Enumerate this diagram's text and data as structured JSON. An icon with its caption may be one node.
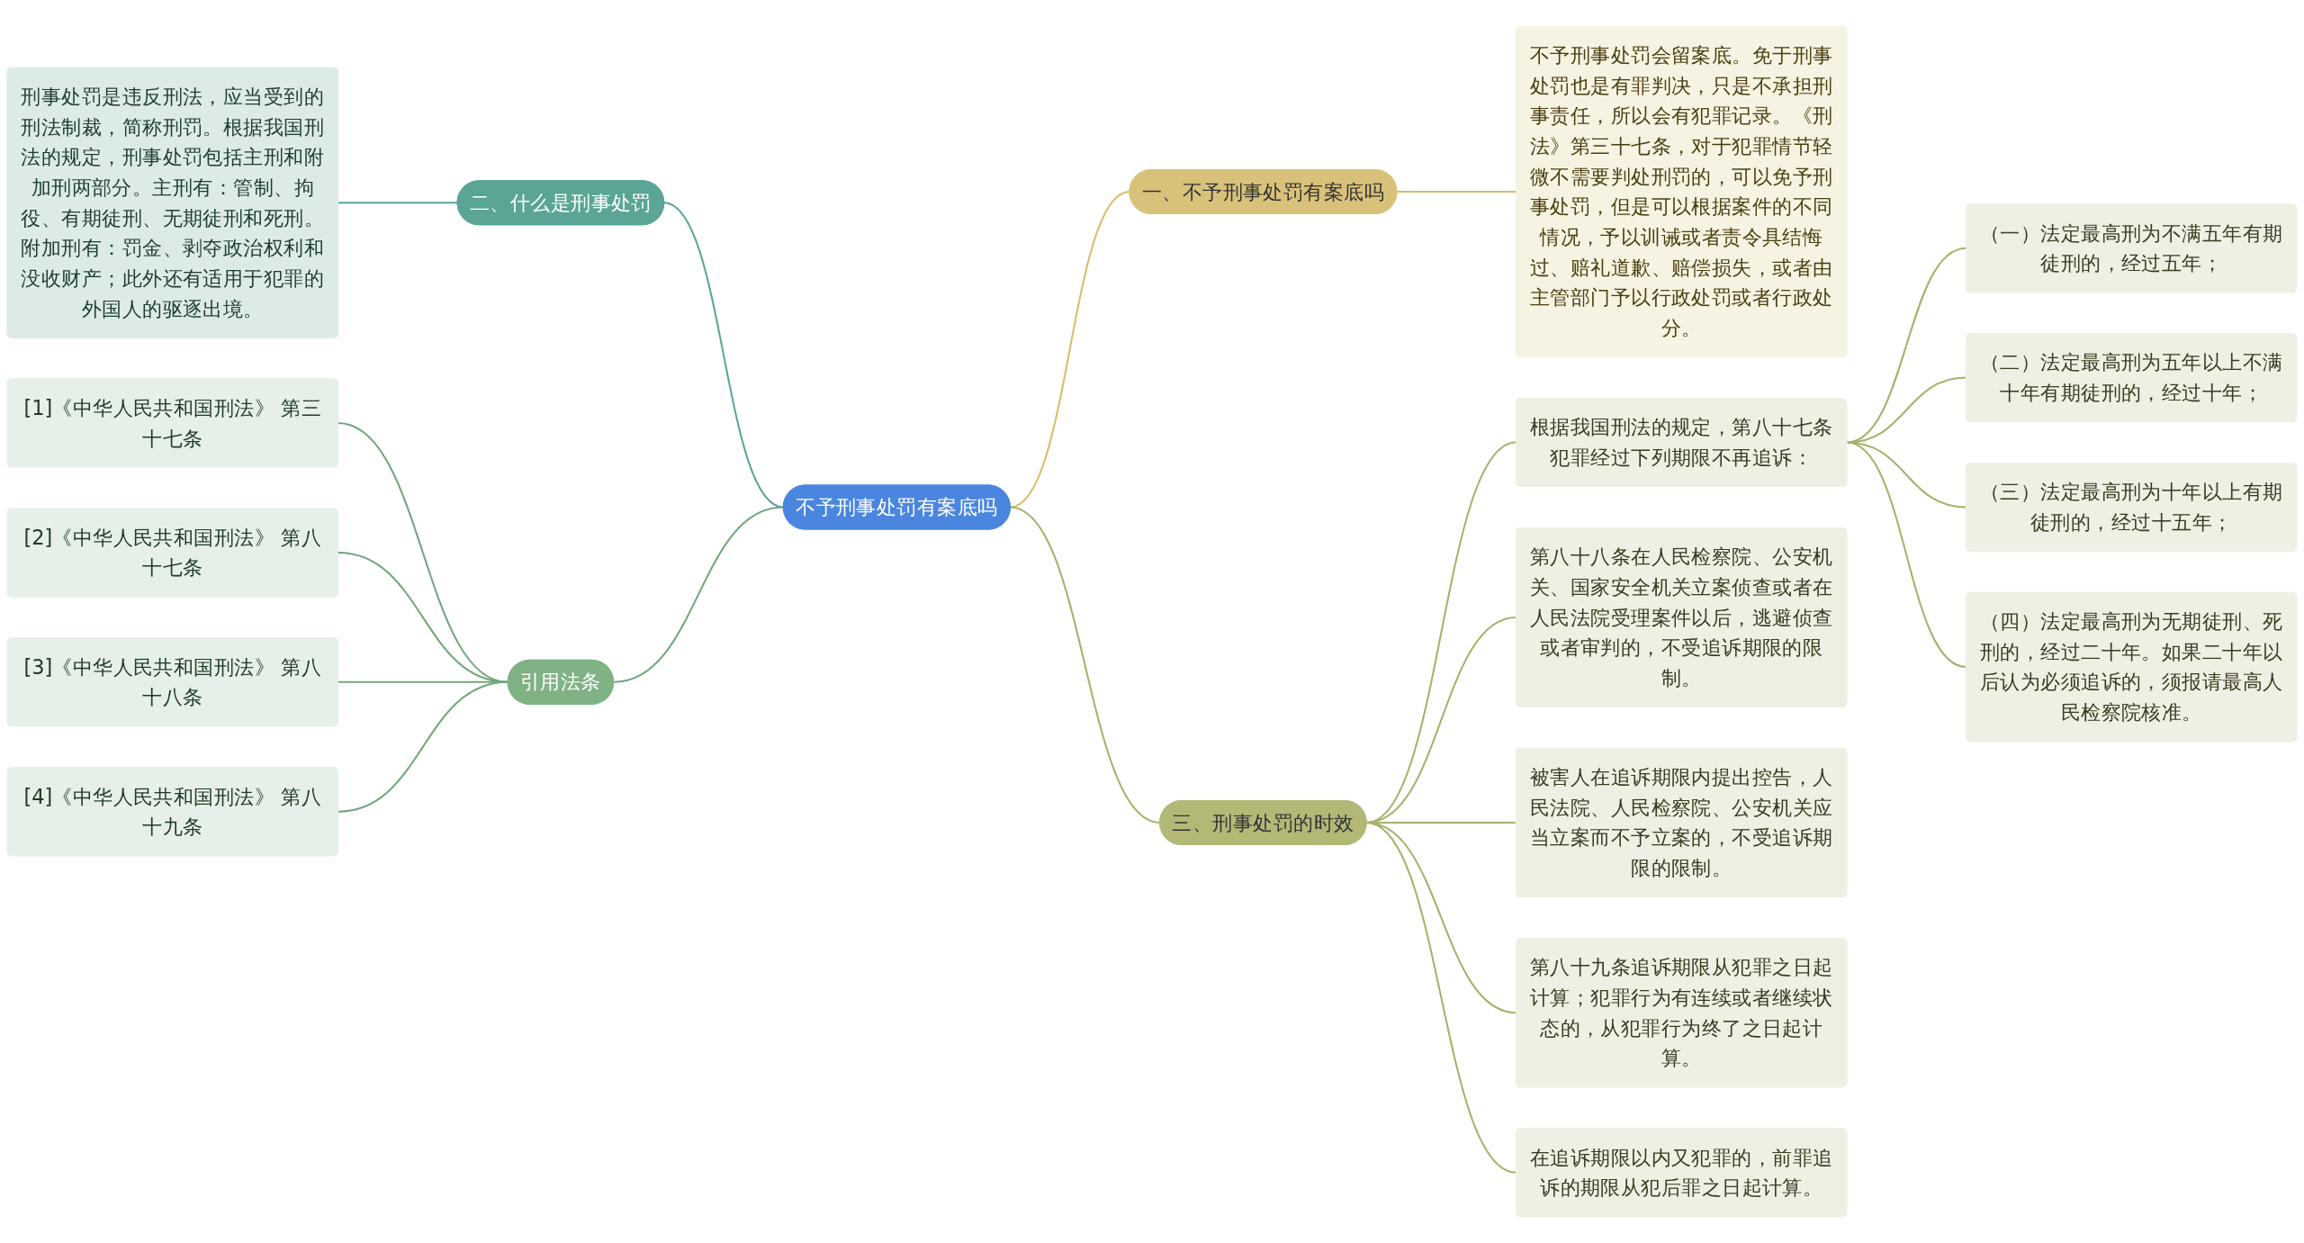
{
  "diagram": {
    "nodes": [
      {
        "text": [
          "不予刑事处罚有案底吗"
        ]
      },
      {
        "text": [
          "一、不予刑事处罚有案底吗"
        ]
      },
      {
        "text": [
          "不予刑事处罚会留案底。免于刑事处罚也是有罪判决，只是不承担刑事责任，所以会有犯罪记录。《刑法》第三十七条，对于犯罪情节轻微不需要判处刑罚的，可以免予刑事处罚，但是可以根据案件的不同情况，予以训诫或者责令具结悔过、赔礼道歉、赔偿损失，或者由主管部门予以行政处罚或者行政处分。"
        ]
      },
      {
        "text": [
          "二、什么是刑事处罚"
        ]
      },
      {
        "text": [
          "刑事处罚是违反刑法，应当受到的刑法制裁，简称刑罚。根据我国刑法的规定，刑事处罚包括主刑和附加刑两部分。主刑有：管制、拘役、有期徒刑、无期徒刑和死刑。附加刑有：罚金、剥夺政治权利和没收财产；此外还有适用于犯罪的外国人的驱逐出境。"
        ]
      },
      {
        "text": [
          "引用法条"
        ]
      },
      {
        "text": [
          "[1]《中华人民共和国刑法》 第三十七条"
        ]
      },
      {
        "text": [
          "[2]《中华人民共和国刑法》 第八十七条"
        ]
      },
      {
        "text": [
          "[3]《中华人民共和国刑法》 第八十八条"
        ]
      },
      {
        "text": [
          "[4]《中华人民共和国刑法》 第八十九条"
        ]
      },
      {
        "text": [
          "三、刑事处罚的时效"
        ]
      },
      {
        "text": [
          "根据我国刑法的规定，第八十七条犯罪经过下列期限不再追诉："
        ]
      },
      {
        "text": [
          "（一）法定最高刑为不满五年有期徒刑的，经过五年；"
        ]
      },
      {
        "text": [
          "（二）法定最高刑为五年以上不满十年有期徒刑的，经过十年；"
        ]
      },
      {
        "text": [
          "（三）法定最高刑为十年以上有期徒刑的，经过十五年；"
        ]
      },
      {
        "text": [
          "（四）法定最高刑为无期徒刑、死刑的，经过二十年。如果二十年以后认为必须追诉的，须报请最高人民检察院核准。"
        ]
      },
      {
        "text": [
          "第八十八条在人民检察院、公安机关、国家安全机关立案侦查或者在人民法院受理案件以后，逃避侦查或者审判的，不受追诉期限的限制。"
        ]
      },
      {
        "text": [
          "被害人在追诉期限内提出控告，人民法院、人民检察院、公安机关应当立案而不予立案的，不受追诉期限的限制。"
        ]
      },
      {
        "text": [
          "第八十九条追诉期限从犯罪之日起计算；犯罪行为有连续或者继续状态的，从犯罪行为终了之日起计算。"
        ]
      },
      {
        "text": [
          "在追诉期限以内又犯罪的，前罪追诉的期限从犯后罪之日起计算。"
        ]
      }
    ],
    "edges": [
      {
        "from": 0,
        "to": 1,
        "arrow": "none",
        "color": "#d4bd6a"
      },
      {
        "from": 1,
        "to": 2,
        "arrow": "none",
        "color": "#d4bd6a"
      },
      {
        "from": 4,
        "to": 3,
        "arrow": "none",
        "color": "#5aa596"
      },
      {
        "from": 3,
        "to": 0,
        "arrow": "none",
        "color": "#5aa596"
      },
      {
        "from": 6,
        "to": 5,
        "arrow": "none",
        "color": "#6fa67a"
      },
      {
        "from": 7,
        "to": 5,
        "arrow": "none",
        "color": "#6fa67a"
      },
      {
        "from": 8,
        "to": 5,
        "arrow": "none",
        "color": "#6fa67a"
      },
      {
        "from": 9,
        "to": 5,
        "arrow": "none",
        "color": "#6fa67a"
      },
      {
        "from": 5,
        "to": 0,
        "arrow": "none",
        "color": "#6fa67a"
      },
      {
        "from": 0,
        "to": 10,
        "arrow": "none"
      },
      {
        "from": 10,
        "to": 11,
        "arrow": "none"
      },
      {
        "from": 11,
        "to": 12,
        "arrow": "none"
      },
      {
        "from": 11,
        "to": 13,
        "arrow": "none"
      },
      {
        "from": 11,
        "to": 14,
        "arrow": "none"
      },
      {
        "from": 11,
        "to": 15,
        "arrow": "none"
      },
      {
        "from": 10,
        "to": 16,
        "arrow": "none"
      },
      {
        "from": 10,
        "to": 17,
        "arrow": "none"
      },
      {
        "from": 10,
        "to": 18,
        "arrow": "none"
      },
      {
        "from": 10,
        "to": 19,
        "arrow": "none"
      }
    ]
  }
}
